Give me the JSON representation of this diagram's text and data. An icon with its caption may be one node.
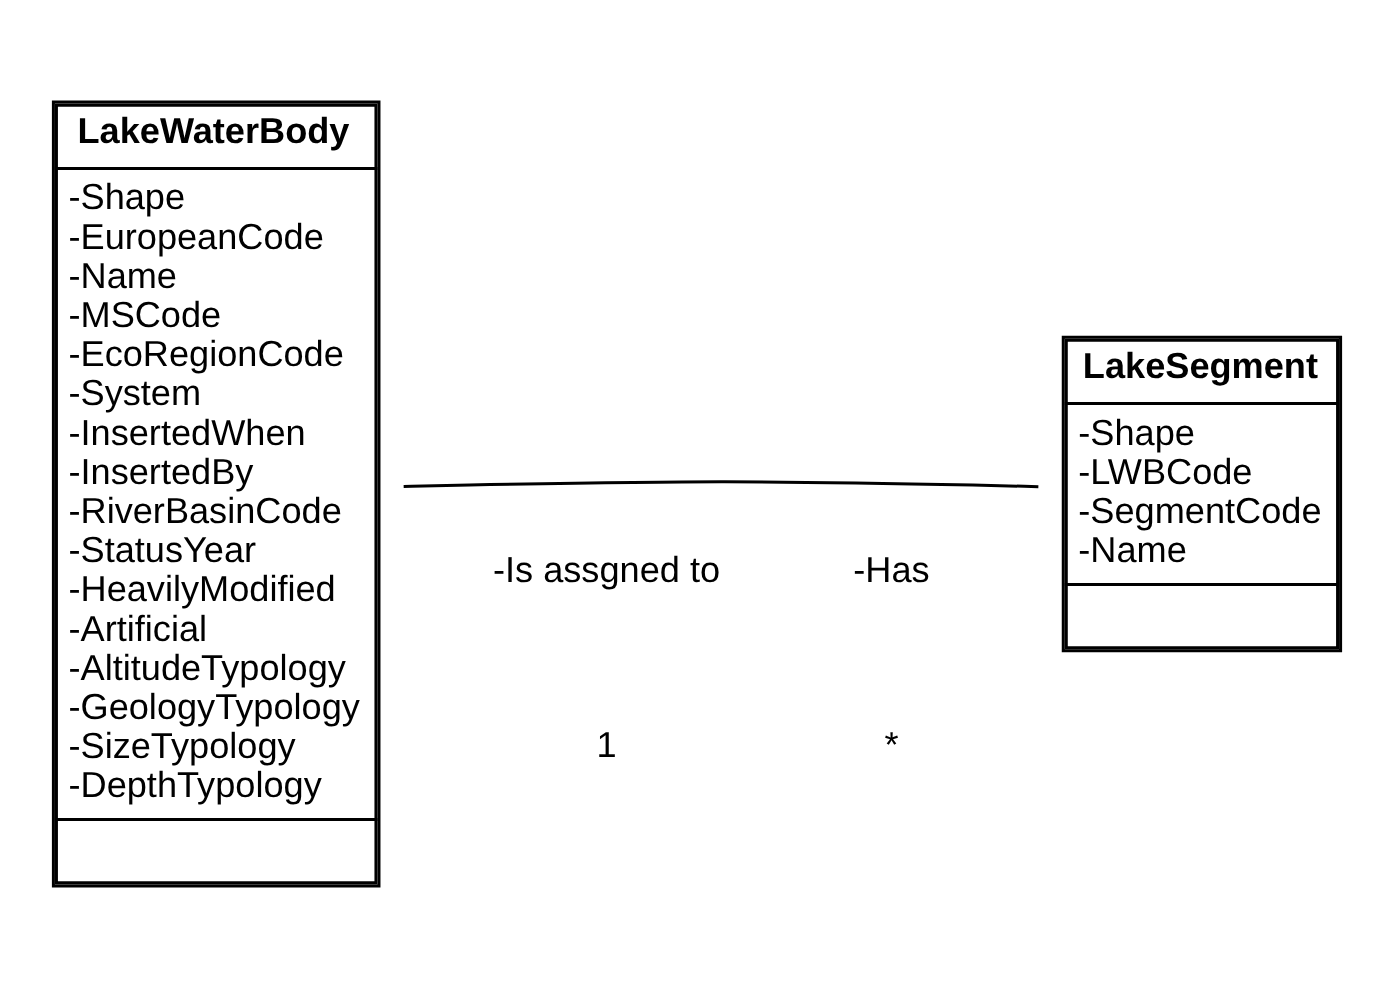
{
  "diagram": {
    "nodes": [
      {
        "text": [
          "LakeWaterBody",
          "-Shape",
          "-EuropeanCode",
          "-Name",
          "-MSCode",
          "-EcoRegionCode",
          "-System",
          "-InsertedWhen",
          "-InsertedBy",
          "-RiverBasinCode",
          "-StatusYear",
          "-HeavilyModified",
          "-Artificial",
          "-AltitudeTypology",
          "-GeologyTypology",
          "-SizeTypology",
          "-DepthTypology"
        ]
      },
      {
        "text": [
          "LakeSegment",
          "-Shape",
          "-LWBCode",
          "-SegmentCode",
          "-Name"
        ]
      }
    ],
    "edges": [
      {
        "from": 0,
        "to": 1,
        "arrow": "none"
      }
    ],
    "labels": [
      "-Is assgned to",
      "-Has",
      "1",
      "*"
    ]
  }
}
